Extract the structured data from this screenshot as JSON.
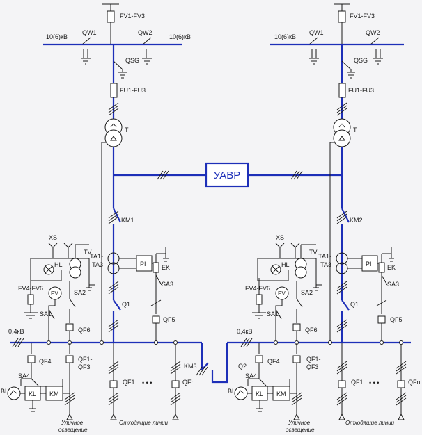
{
  "labels": {
    "fv_hv": "FV1-FV3",
    "qw1": "QW1",
    "qw2": "QW2",
    "voltage_hv": "10(6)кВ",
    "qsg": "QSG",
    "fu": "FU1-FU3",
    "t": "T",
    "uavr": "УАВР",
    "km1": "KM1",
    "km2": "KM2",
    "km3": "KM3",
    "xs": "XS",
    "tv": "TV",
    "hl": "HL",
    "ta_top": "TA1-",
    "ta_bot": "TA3",
    "pi": "PI",
    "ek": "EK",
    "sa3": "SA3",
    "fv_lv": "FV4-FV6",
    "pv": "PV",
    "sa1": "SA1",
    "sa2": "SA2",
    "q1": "Q1",
    "qf5": "QF5",
    "qf6": "QF6",
    "voltage_lv": "0,4кВ",
    "qf4": "QF4",
    "qf13_top": "QF1-",
    "qf13_bot": "QF3",
    "qf1": "QF1",
    "qfn": "QFn",
    "dots": "• • •",
    "sa4": "SA4",
    "bl": "BL",
    "kl": "KL",
    "km": "KM",
    "q2": "Q2",
    "street_1": "Уличное",
    "street_2": "освещение",
    "outgoing": "Отходящие линии"
  },
  "colors": {
    "main_circuit": "#1d2fb8",
    "aux_circuit": "#1a1a1a",
    "background": "#f4f4f6"
  }
}
